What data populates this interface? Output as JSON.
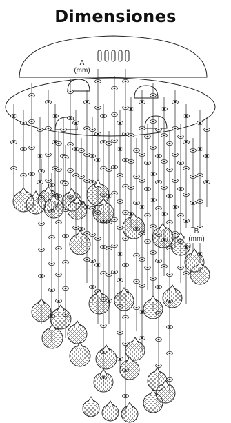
{
  "title": "Dimensiones",
  "dimensions": {
    "a": {
      "letter": "A",
      "unit": "(mm)"
    },
    "b": {
      "letter": "B",
      "unit": "(mm)"
    }
  },
  "colors": {
    "line": "#222222",
    "crystal": "#333333",
    "background": "#ffffff"
  }
}
